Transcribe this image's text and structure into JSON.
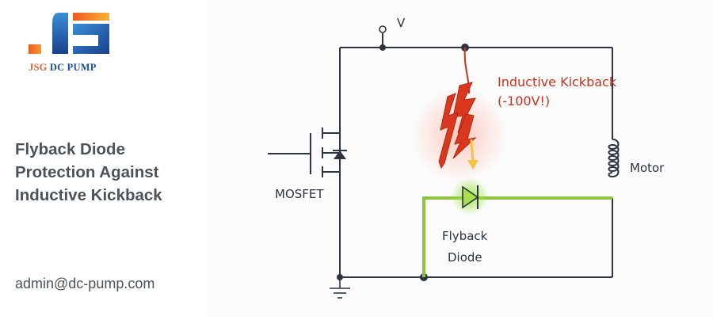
{
  "brand": {
    "name_part1": "JSG",
    "name_part2": "DC PUMP",
    "colors": {
      "orange": "#f06a28",
      "blue": "#1b4f9c",
      "light_blue": "#3a8fd8"
    }
  },
  "title_lines": [
    "Flyback Diode",
    "Protection Against",
    "Inductive Kickback"
  ],
  "contact_email": "admin@dc-pump.com",
  "diagram": {
    "supply_label": "V",
    "transistor_label": "MOSFET",
    "motor_label": "Motor",
    "diode_label_lines": [
      "Flyback",
      "Diode"
    ],
    "kickback_label_lines": [
      "Inductive Kickback",
      "(-100V!)"
    ],
    "colors": {
      "wire": "#2b3440",
      "kickback": "#c8321e",
      "diode_path": "#8cc63f",
      "arrow_yellow": "#f2c443"
    }
  }
}
